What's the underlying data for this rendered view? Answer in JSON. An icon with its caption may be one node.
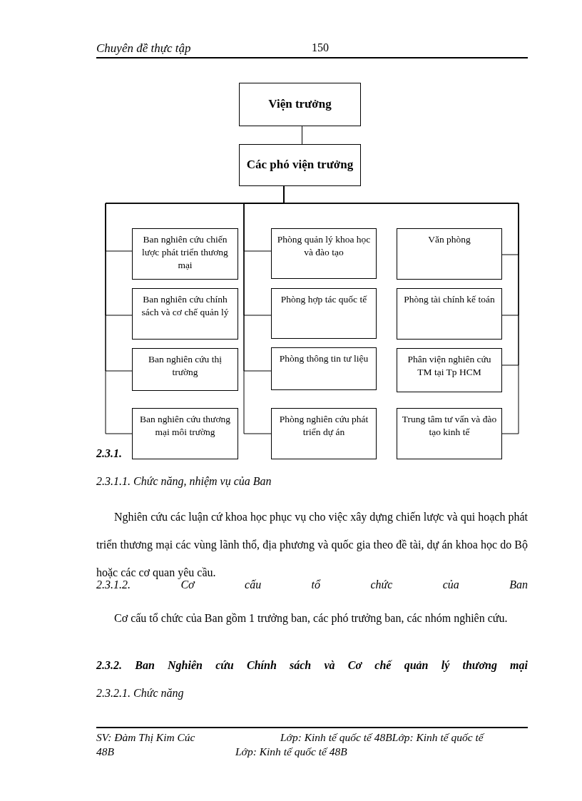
{
  "diagram": {
    "nodes": [
      {
        "text": [
          "Viện trưởng"
        ]
      },
      {
        "text": [
          "Các phó viện trưởng"
        ]
      },
      {
        "text": [
          "Ban nghiên cứu chiến lược phát triển thương mại"
        ]
      },
      {
        "text": [
          "Phòng quản lý khoa học và đào tạo"
        ]
      },
      {
        "text": [
          "Văn phòng"
        ]
      },
      {
        "text": [
          "Ban nghiên cứu chính sách và cơ chế quản lý"
        ]
      },
      {
        "text": [
          "Phòng hợp tác quốc tế"
        ]
      },
      {
        "text": [
          "Phòng tài chính kế toán"
        ]
      },
      {
        "text": [
          "Ban nghiên cứu thị trường"
        ]
      },
      {
        "text": [
          "Phòng thông tin tư liệu"
        ]
      },
      {
        "text": [
          "Phân viện nghiên cứu TM tại Tp HCM"
        ]
      },
      {
        "text": [
          "Ban nghiên cứu thương mại môi trường"
        ]
      },
      {
        "text": [
          "Phòng nghiên cứu phát triển dự án"
        ]
      },
      {
        "text": [
          "Trung tâm tư vấn và đào tạo kinh tế"
        ]
      }
    ],
    "edges": [
      {
        "from": 0,
        "to": 1,
        "arrow": "none"
      },
      {
        "from": 1,
        "to": 2,
        "arrow": "none"
      },
      {
        "from": 1,
        "to": 3,
        "arrow": "none"
      },
      {
        "from": 1,
        "to": 4,
        "arrow": "none"
      },
      {
        "from": 1,
        "to": 5,
        "arrow": "none"
      },
      {
        "from": 1,
        "to": 6,
        "arrow": "none"
      },
      {
        "from": 1,
        "to": 7,
        "arrow": "none"
      },
      {
        "from": 1,
        "to": 8,
        "arrow": "none"
      },
      {
        "from": 1,
        "to": 9,
        "arrow": "none"
      },
      {
        "from": 1,
        "to": 10,
        "arrow": "none"
      },
      {
        "from": 1,
        "to": 11,
        "arrow": "none"
      },
      {
        "from": 1,
        "to": 12,
        "arrow": "none"
      },
      {
        "from": 1,
        "to": 13,
        "arrow": "none"
      }
    ],
    "labels": [
      "Chuyên đề thực tập",
      "150",
      "2.3.1.",
      "2.3.1.1. Chức năng, nhiệm vụ của Ban",
      "Nghiên cứu các luận cứ khoa học phục vụ cho việc xây dựng chiến lược và qui hoạch phát triển thương mại các vùng lãnh thổ, địa phương và quốc gia theo đề tài, dự án khoa học do Bộ hoặc các cơ quan yêu cầu.",
      "2.3.1.2. Cơ cấu tổ chức của Ban",
      "Cơ cấu tổ chức của Ban gồm 1 trưởng ban, các phó trưởng ban, các nhóm nghiên cứu.",
      "2.3.2. Ban Nghiên cứu Chính sách và Cơ chế quản lý thương mại",
      "2.3.2.1. Chức năng",
      "SV: Đàm Thị Kim Cúc",
      "Lớp: Kinh tế quốc tế 48BLớp: Kinh tế quốc tế",
      "48B",
      "Lớp: Kinh tế quốc tế 48B"
    ]
  }
}
